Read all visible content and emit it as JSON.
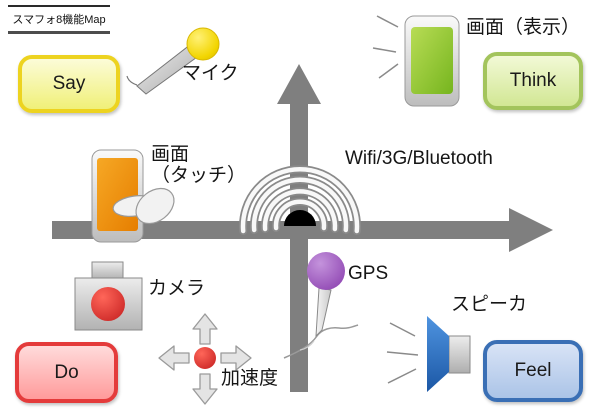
{
  "title": "スマフォ8機能Map",
  "boxes": {
    "say": {
      "label": "Say",
      "border": "#edd320",
      "fill": "#f0f078"
    },
    "think": {
      "label": "Think",
      "border": "#a3c45c",
      "fill": "#d2e794"
    },
    "do": {
      "label": "Do",
      "border": "#e43b3b",
      "fill": "#ff9b9b"
    },
    "feel": {
      "label": "Feel",
      "border": "#3a6fb5",
      "fill": "#abc4e7"
    }
  },
  "features": {
    "mic": {
      "label": "マイク",
      "icon": "microphone-icon"
    },
    "display": {
      "label": "画面（表示）",
      "icon": "display-phone-icon"
    },
    "touch": {
      "label_line1": "画面",
      "label_line2": "（タッチ）",
      "icon": "touch-phone-icon"
    },
    "wireless": {
      "label": "Wifi/3G/Bluetooth",
      "icon": "wifi-icon"
    },
    "camera": {
      "label": "カメラ",
      "icon": "camera-icon"
    },
    "accel": {
      "label": "加速度",
      "icon": "accelerometer-icon"
    },
    "gps": {
      "label": "GPS",
      "icon": "gps-pin-icon"
    },
    "speaker": {
      "label": "スピーカ",
      "icon": "speaker-icon"
    }
  },
  "colors": {
    "axis": "#7f7f7f",
    "wifi_base": "#000000",
    "mic_ball": "#f2d500",
    "display_screen": "#8cc63f",
    "touch_screen": "#f39208",
    "camera_lens": "#dd2222",
    "accel_ball": "#dd2222",
    "gps_ball": "#9b59b6",
    "speaker_cone": "#2e75c3"
  }
}
